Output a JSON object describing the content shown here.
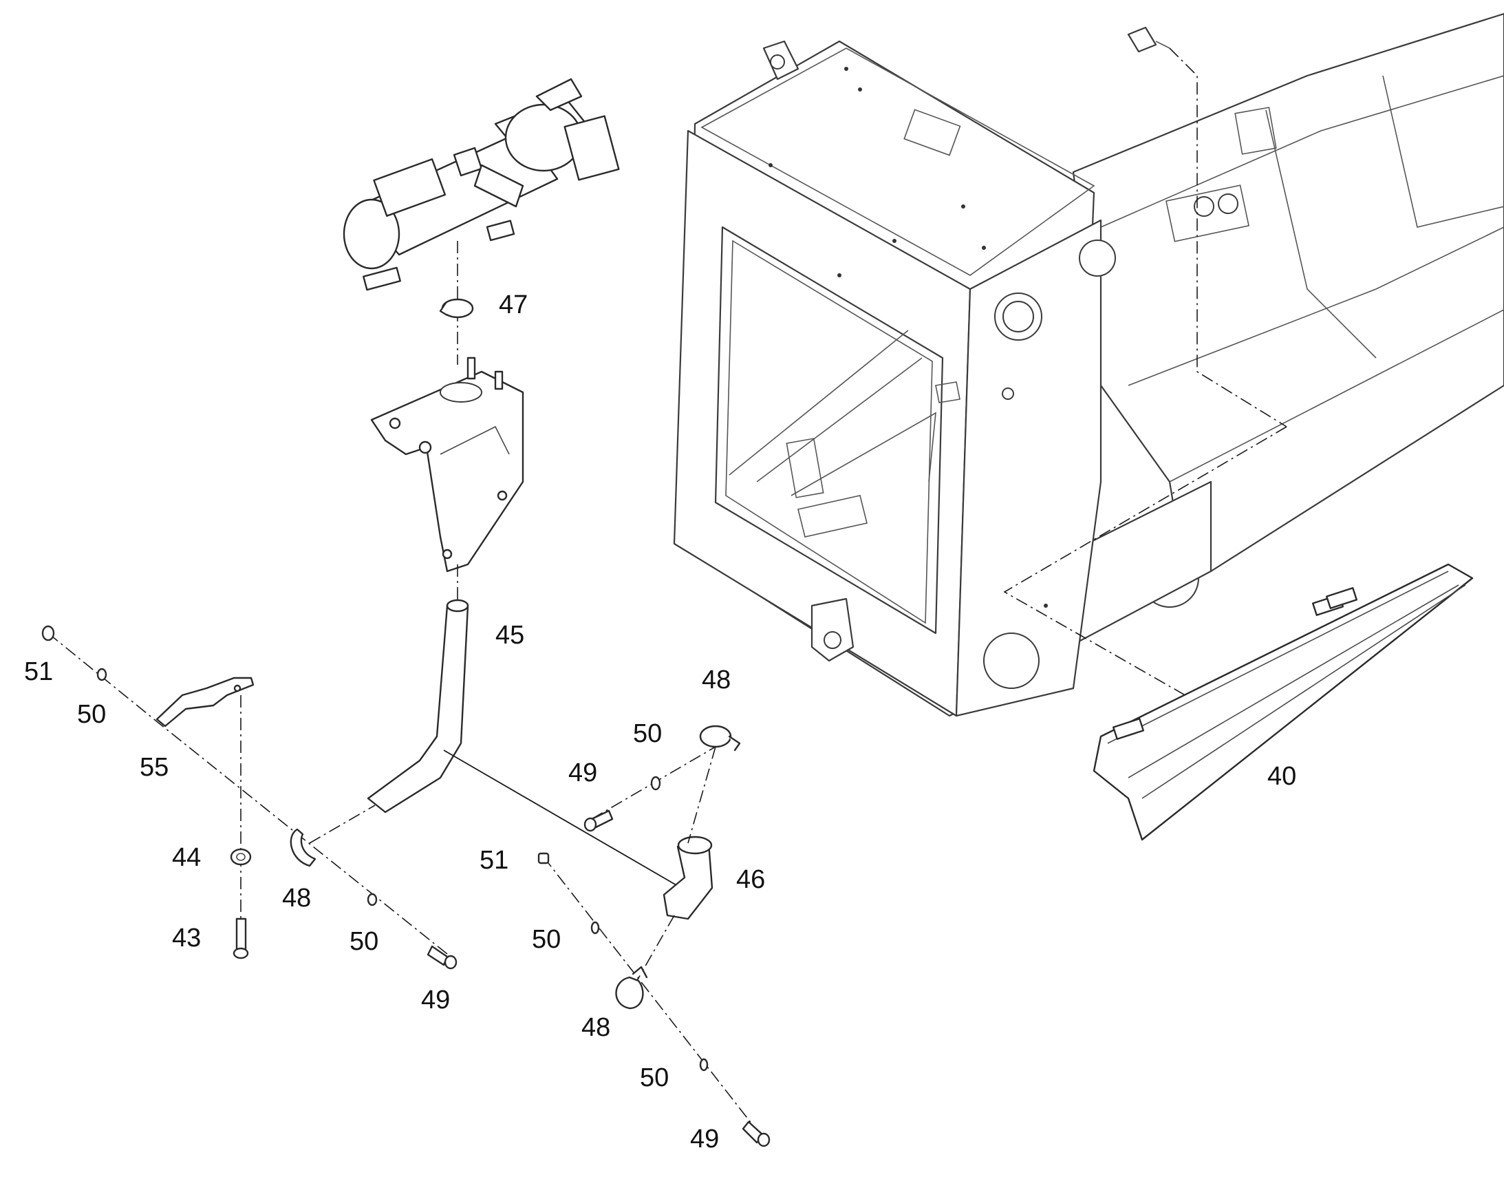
{
  "callouts": [
    {
      "id": "c47",
      "text": "47"
    },
    {
      "id": "c45",
      "text": "45"
    },
    {
      "id": "c51a",
      "text": "51"
    },
    {
      "id": "c50a",
      "text": "50"
    },
    {
      "id": "c55",
      "text": "55"
    },
    {
      "id": "c44",
      "text": "44"
    },
    {
      "id": "c48a",
      "text": "48"
    },
    {
      "id": "c43",
      "text": "43"
    },
    {
      "id": "c50b",
      "text": "50"
    },
    {
      "id": "c49a",
      "text": "49"
    },
    {
      "id": "c48b",
      "text": "48"
    },
    {
      "id": "c50c",
      "text": "50"
    },
    {
      "id": "c49b",
      "text": "49"
    },
    {
      "id": "c51b",
      "text": "51"
    },
    {
      "id": "c46",
      "text": "46"
    },
    {
      "id": "c50d",
      "text": "50"
    },
    {
      "id": "c48c",
      "text": "48"
    },
    {
      "id": "c50e",
      "text": "50"
    },
    {
      "id": "c49c",
      "text": "49"
    },
    {
      "id": "c40",
      "text": "40"
    }
  ]
}
